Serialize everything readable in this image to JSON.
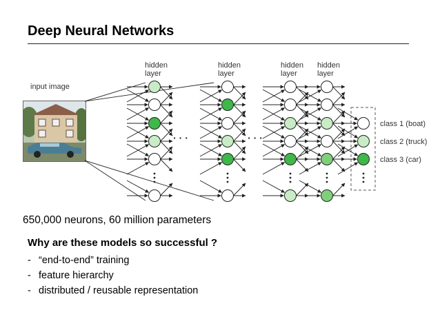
{
  "title": "Deep Neural Networks",
  "diagram": {
    "input_label": "input image",
    "layer_label": [
      "hidden",
      "layer"
    ],
    "ellipsis": "· · ·",
    "classes": [
      "class 1 (boat)",
      "class 2 (truck)",
      "class 3 (car)"
    ]
  },
  "caption": "650,000 neurons, 60 million parameters",
  "question": "Why are these models so successful ?",
  "bullets": [
    "“end-to-end” training",
    "feature hierarchy",
    "distributed / reusable representation"
  ],
  "colors": {
    "node_bright": "#3fb74a",
    "node_light": "#c9ecc6",
    "node_medium": "#7fd07a",
    "node_white": "#ffffff",
    "stroke": "#222222"
  }
}
